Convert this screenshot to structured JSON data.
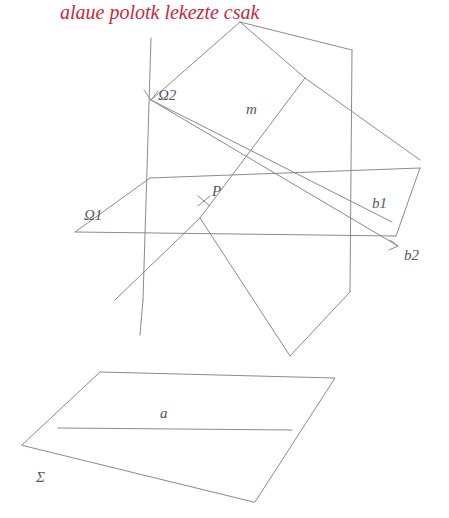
{
  "diagram": {
    "labels": [
      "alaue polotk lekezte csak",
      "Ω2",
      "m",
      "P",
      "Ω1",
      "b1",
      "b2",
      "a",
      "Σ"
    ]
  }
}
